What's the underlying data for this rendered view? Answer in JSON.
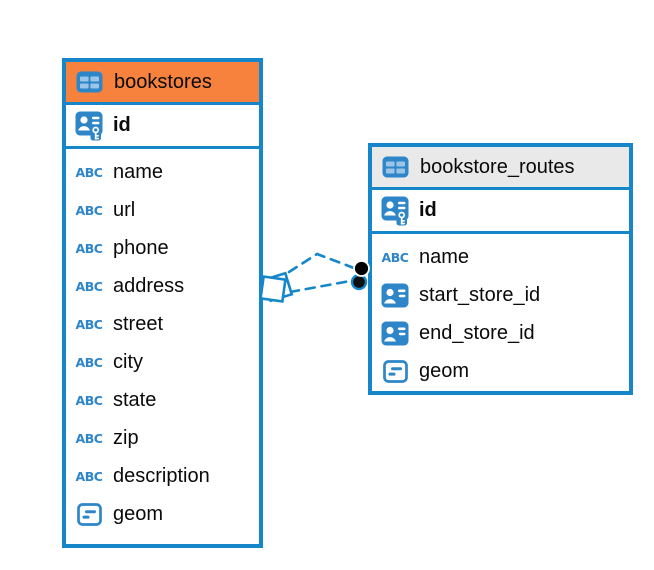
{
  "diagram": {
    "colors": {
      "table_border_blue": "#1486C9",
      "icon_blue": "#2E86C8",
      "icon_cell_light_blue": "#9BC4E6",
      "bookstores_header_orange": "#F6823D",
      "routes_header_gray": "#E9E9E9",
      "relationship_line_blue": "#1486C9",
      "text_black": "#0a0a0a"
    },
    "tables": [
      {
        "name": "bookstores",
        "header_bg": "#F6823D",
        "header_icon": "table-icon",
        "columns": [
          {
            "name": "id",
            "icon": "primary-key-icon",
            "pk": true
          },
          {
            "name": "name",
            "icon": "text-icon"
          },
          {
            "name": "url",
            "icon": "text-icon"
          },
          {
            "name": "phone",
            "icon": "text-icon"
          },
          {
            "name": "address",
            "icon": "text-icon"
          },
          {
            "name": "street",
            "icon": "text-icon"
          },
          {
            "name": "city",
            "icon": "text-icon"
          },
          {
            "name": "state",
            "icon": "text-icon"
          },
          {
            "name": "zip",
            "icon": "text-icon"
          },
          {
            "name": "description",
            "icon": "text-icon"
          },
          {
            "name": "geom",
            "icon": "geometry-icon"
          }
        ]
      },
      {
        "name": "bookstore_routes",
        "header_bg": "#E9E9E9",
        "header_icon": "table-icon",
        "columns": [
          {
            "name": "id",
            "icon": "primary-key-icon",
            "pk": true
          },
          {
            "name": "name",
            "icon": "text-icon"
          },
          {
            "name": "start_store_id",
            "icon": "id-card-icon"
          },
          {
            "name": "end_store_id",
            "icon": "id-card-icon"
          },
          {
            "name": "geom",
            "icon": "geometry-icon"
          }
        ]
      }
    ],
    "relationships": [
      {
        "from_table": "bookstores",
        "to_table": "bookstore_routes",
        "style": "dashed",
        "start_marker": "double-square",
        "end_marker": "stacked-dots"
      }
    ]
  }
}
